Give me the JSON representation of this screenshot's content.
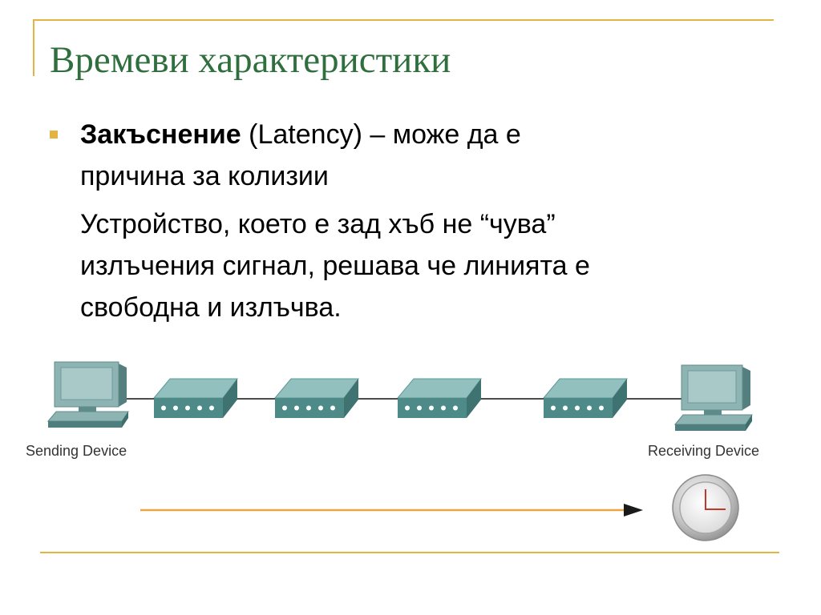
{
  "slide": {
    "title": "Времеви характеристики",
    "bullet": {
      "bold": "Закъснение",
      "line1_rest": " (Latency) – може да е",
      "line2": "причина за колизии"
    },
    "paragraph": [
      "Устройство, което е зад хъб не “чува”",
      "излъчения сигнал, решава че линията е",
      "свободна и излъчва."
    ]
  },
  "diagram": {
    "sender_label": "Sending Device",
    "receiver_label": "Receiving Device",
    "icons": {
      "sender": "computer-icon",
      "receiver": "computer-icon",
      "hub": "hub-icon",
      "time_arrow": "arrow-icon",
      "clock": "clock-icon"
    }
  },
  "colors": {
    "accent_gold": "#E3B442",
    "title_green": "#2F6E3D",
    "body_text": "#000000",
    "hub_teal": "#4E8A88",
    "arrow_orange": "#E9A640",
    "clock_hands": "#C0392B"
  }
}
